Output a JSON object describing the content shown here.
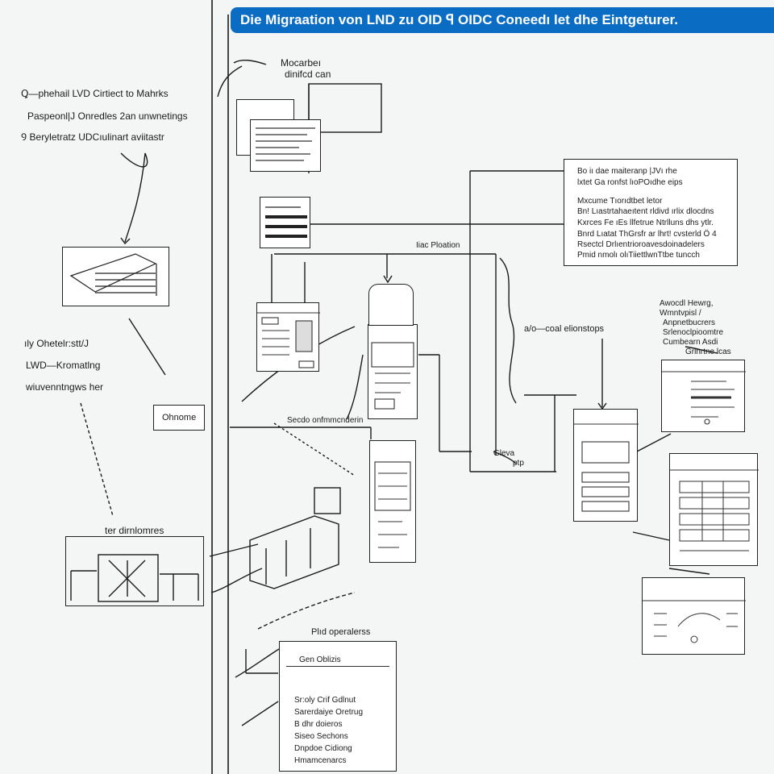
{
  "title": "Die Migraation von LND zu OID ꟼ OIDC Coneedı let dhe Eintgeturer.",
  "left_notes": {
    "lines": [
      "Ꝗ—phehail LVD  Cirtiect to Mahrks",
      "Paspeonl|J Onredles 2an unwnetings",
      "Ꝯ Beryletratz UDCıulinart aviitastr"
    ],
    "mid_lines": [
      "ıly Ohetelr:stt/J",
      "LWD—Kromatlng",
      "wiuvenntngws her"
    ],
    "small_box": "Ohnome",
    "bottom_label": "ter dirnlomres"
  },
  "center_labels": {
    "top_note_1": "Mocarbeı",
    "top_note_2": "dinifcd can",
    "mid_label": "Iiac Ploation",
    "side_label": "Secdo onfmmcnderin",
    "panel_bottom_title": "Plıd operalerss",
    "panel_bottom_head": "Gen Oblizis",
    "right_mid_label": "a/o—coal elionstops",
    "small_tag": "Gleva",
    "small_tag2": "ptp"
  },
  "panel_bottom_items": [
    "Sr:oly Crif Gdlnut",
    "Sarerdaiye Oretrug",
    "B dhr doieros",
    "Siseo Sechons",
    "Dnpdoe Cidiong",
    "Hmamcenarcs"
  ],
  "right_panel_items": [
    "Bo iı dae maiteranp  |JVı rhe",
    "lxtet Ga ronfst lıoPOıdhe eips",
    "Mxcume Tıorıdtbet letor",
    "Bn! Lıastrtahaeıtent rldivd  ırlix dlocdns",
    "Kxrces Fe ıEs llfetrue  Ntrlluns dhs ytlr.",
    "Bnrd  Lıatat  ThGrsfr ar lhrt!  cvsterld  Ö 4",
    "Rsectcl Drlıentrioroavesdoinadelers",
    "Pmid  nmolı olıTiiettlwnTtbe tuncch"
  ],
  "right_side_note": [
    "Awocdl Hewrg,",
    "Wmntvpisl  /",
    "Anpnetbucrers",
    "Srlenoclpioomtre",
    "Cumbearn Asdi",
    "Grlnrtne lcas"
  ]
}
